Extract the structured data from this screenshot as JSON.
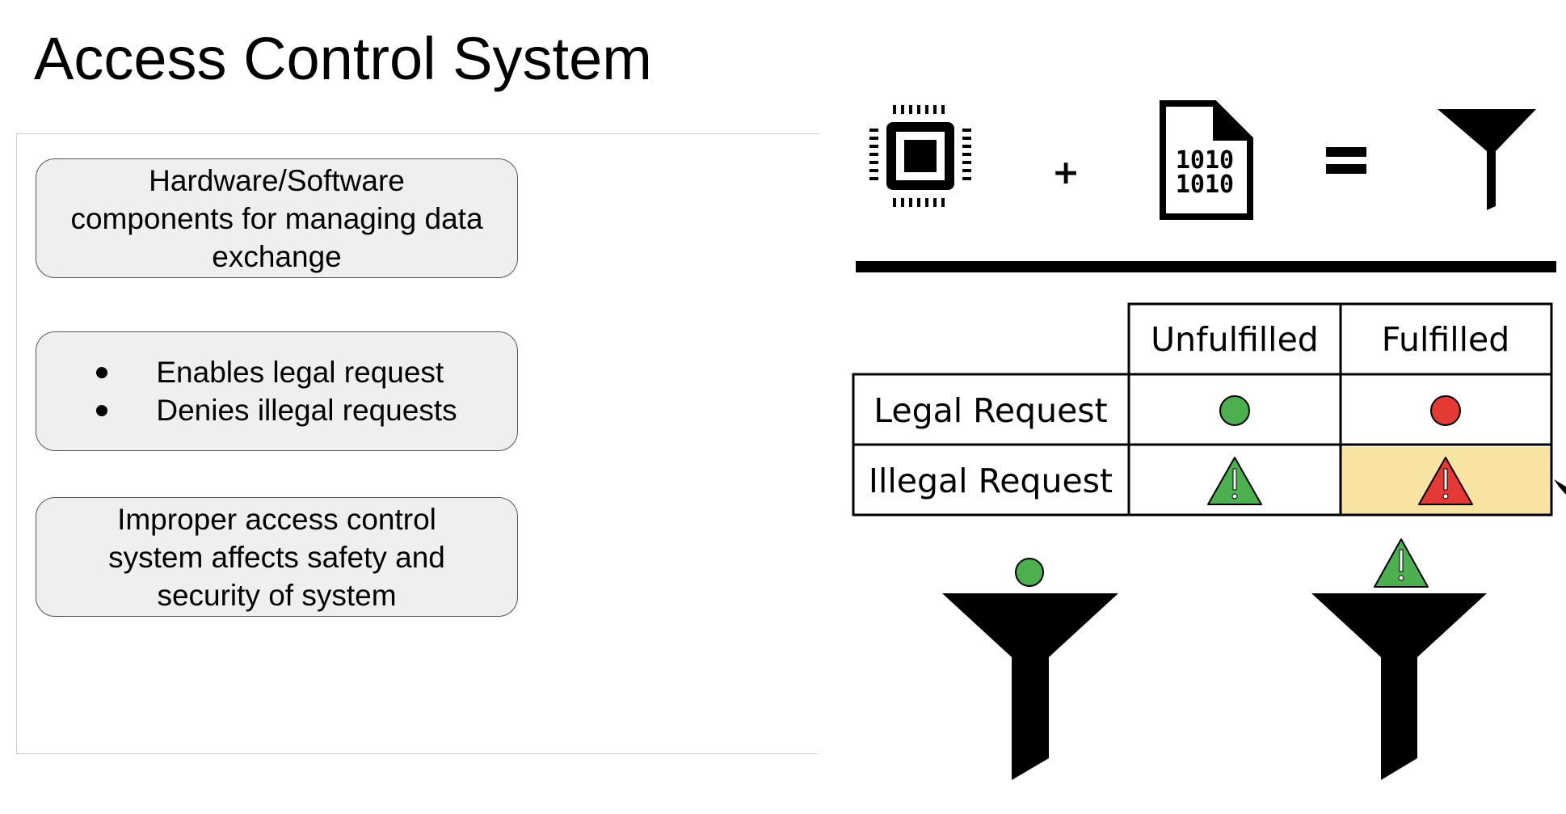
{
  "slide": {
    "title": "Access Control System"
  },
  "boxes": {
    "definition": "Hardware/Software components for managing data exchange",
    "functions": [
      "Enables legal request",
      "Denies illegal requests"
    ],
    "impact": "Improper access control system affects safety and security of system"
  },
  "diagram": {
    "equation": {
      "plus": "+",
      "equals": "=",
      "file_icon_text": [
        "1010",
        "1010"
      ]
    },
    "table": {
      "columns": [
        "Unfulfilled",
        "Fulfilled"
      ],
      "rows": [
        {
          "label": "Legal Request",
          "cells": [
            "green-circle",
            "red-circle"
          ]
        },
        {
          "label": "Illegal Request",
          "cells": [
            "green-warning-triangle",
            "red-warning-triangle"
          ]
        }
      ],
      "highlight_cell_color": "#f9e3a3"
    },
    "colors": {
      "green": "#4caf50",
      "red": "#e53935",
      "black": "#000000"
    },
    "icons": [
      "cpu-chip-icon",
      "binary-file-icon",
      "funnel-filter-icon",
      "status-circle-icon",
      "warning-triangle-icon"
    ]
  }
}
